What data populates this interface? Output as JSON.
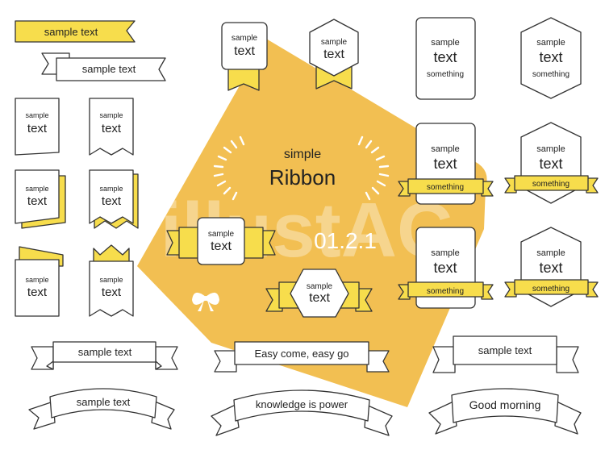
{
  "colors": {
    "accent": "#f7dd4c",
    "backdrop": "#f2bf52",
    "ink": "#333333"
  },
  "labels": {
    "sample_text": "sample text",
    "sample": "sample",
    "text": "text",
    "something": "something",
    "simple": "simple",
    "ribbon": "Ribbon",
    "code": "01.2.1",
    "easy_come": "Easy come, easy go",
    "knowledge": "knowledge is power",
    "good_morning": "Good morning",
    "watermark": "illustAC"
  },
  "icons": {
    "bow": "bow-icon"
  }
}
